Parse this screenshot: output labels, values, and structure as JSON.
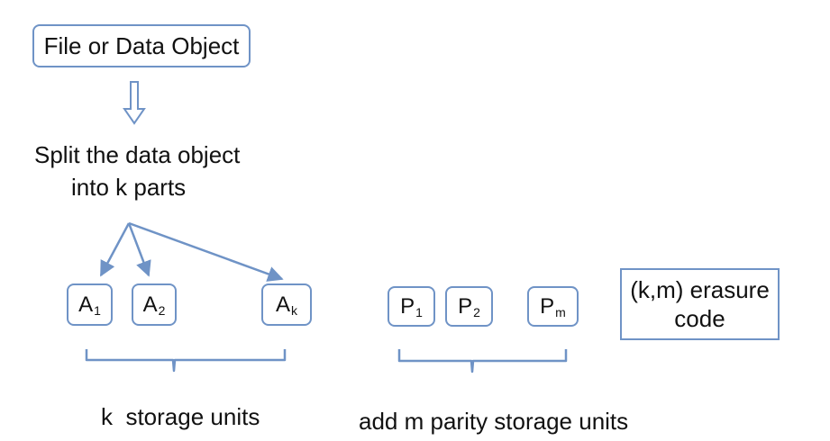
{
  "colors": {
    "stroke": "#6f93c6",
    "text": "#111111"
  },
  "source_box": {
    "label": "File or Data Object"
  },
  "down_arrow": {
    "icon": "hollow-down-arrow-icon"
  },
  "split_caption": {
    "line1": "Split the data object",
    "line2": "into k parts"
  },
  "data_units": [
    {
      "base": "A",
      "sub": "1"
    },
    {
      "base": "A",
      "sub": "2"
    },
    {
      "base": "A",
      "sub": "k"
    }
  ],
  "parity_units": [
    {
      "base": "P",
      "sub": "1"
    },
    {
      "base": "P",
      "sub": "2"
    },
    {
      "base": "P",
      "sub": "m"
    }
  ],
  "code_box": {
    "line1": "(k,m) erasure",
    "line2": "code"
  },
  "labels": {
    "data_group": "k  storage units",
    "parity_group": "add m parity storage units"
  }
}
